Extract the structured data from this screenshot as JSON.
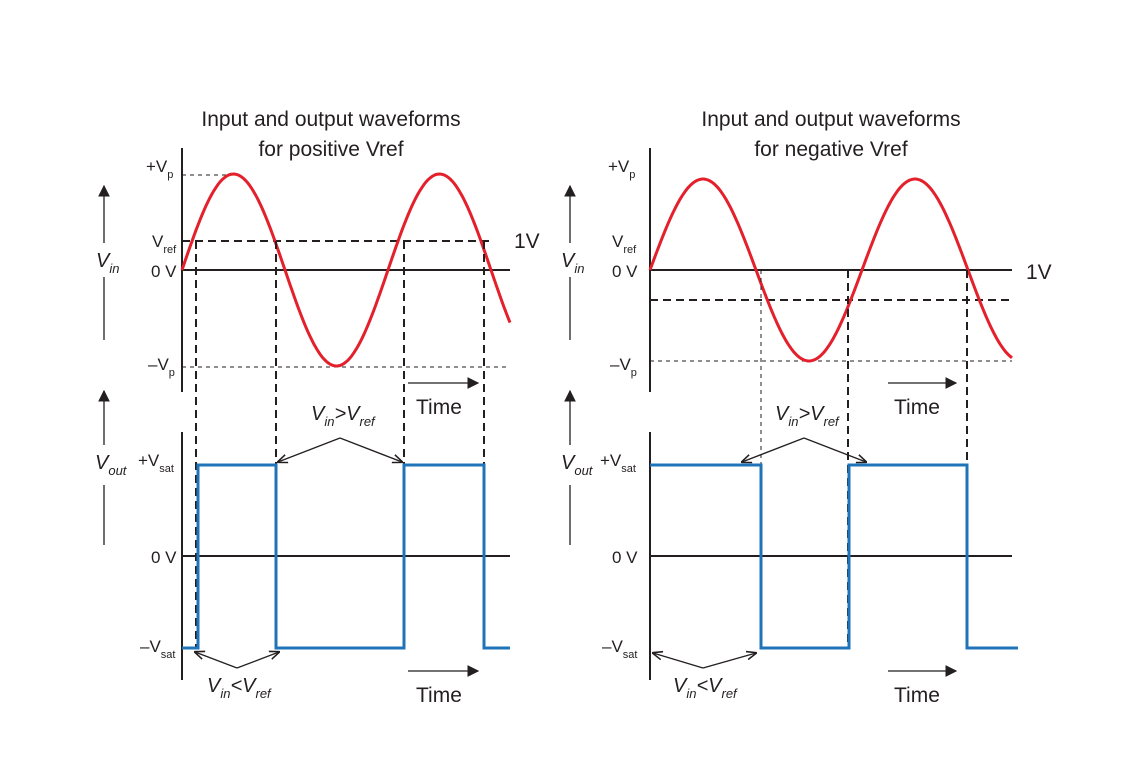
{
  "colors": {
    "input_wave": "#e3202b",
    "output_wave": "#1f74b9",
    "ink": "#231f20"
  },
  "panels": [
    {
      "title_line1": "Input and output waveforms",
      "title_line2": "for positive Vref",
      "vin": {
        "main": "V",
        "sub": "in"
      },
      "vout": {
        "main": "V",
        "sub": "out"
      },
      "plus_vp": {
        "main": "+V",
        "sub": "p"
      },
      "vref": {
        "main": "V",
        "sub": "ref"
      },
      "zero_v_top": "0 V",
      "minus_vp": {
        "main": "–V",
        "sub": "p"
      },
      "ref_value": "1V",
      "time_top": "Time",
      "plus_vsat": {
        "main": "+V",
        "sub": "sat"
      },
      "zero_v_bottom": "0 V",
      "minus_vsat": {
        "main": "–V",
        "sub": "sat"
      },
      "gt_label": {
        "a": "V",
        "a_sub": "in",
        "op": ">",
        "b": "V",
        "b_sub": "ref"
      },
      "lt_label": {
        "a": "V",
        "a_sub": "in",
        "op": "<",
        "b": "V",
        "b_sub": "ref"
      },
      "time_bottom": "Time"
    },
    {
      "title_line1": "Input and output waveforms",
      "title_line2": "for negative Vref",
      "vin": {
        "main": "V",
        "sub": "in"
      },
      "vout": {
        "main": "V",
        "sub": "out"
      },
      "plus_vp": {
        "main": "+V",
        "sub": "p"
      },
      "vref": {
        "main": "V",
        "sub": "ref"
      },
      "zero_v_top": "0 V",
      "minus_vp": {
        "main": "–V",
        "sub": "p"
      },
      "ref_value": "1V",
      "time_top": "Time",
      "plus_vsat": {
        "main": "+V",
        "sub": "sat"
      },
      "zero_v_bottom": "0 V",
      "minus_vsat": {
        "main": "–V",
        "sub": "sat"
      },
      "gt_label": {
        "a": "V",
        "a_sub": "in",
        "op": ">",
        "b": "V",
        "b_sub": "ref"
      },
      "lt_label": {
        "a": "V",
        "a_sub": "in",
        "op": "<",
        "b": "V",
        "b_sub": "ref"
      },
      "time_bottom": "Time"
    }
  ]
}
